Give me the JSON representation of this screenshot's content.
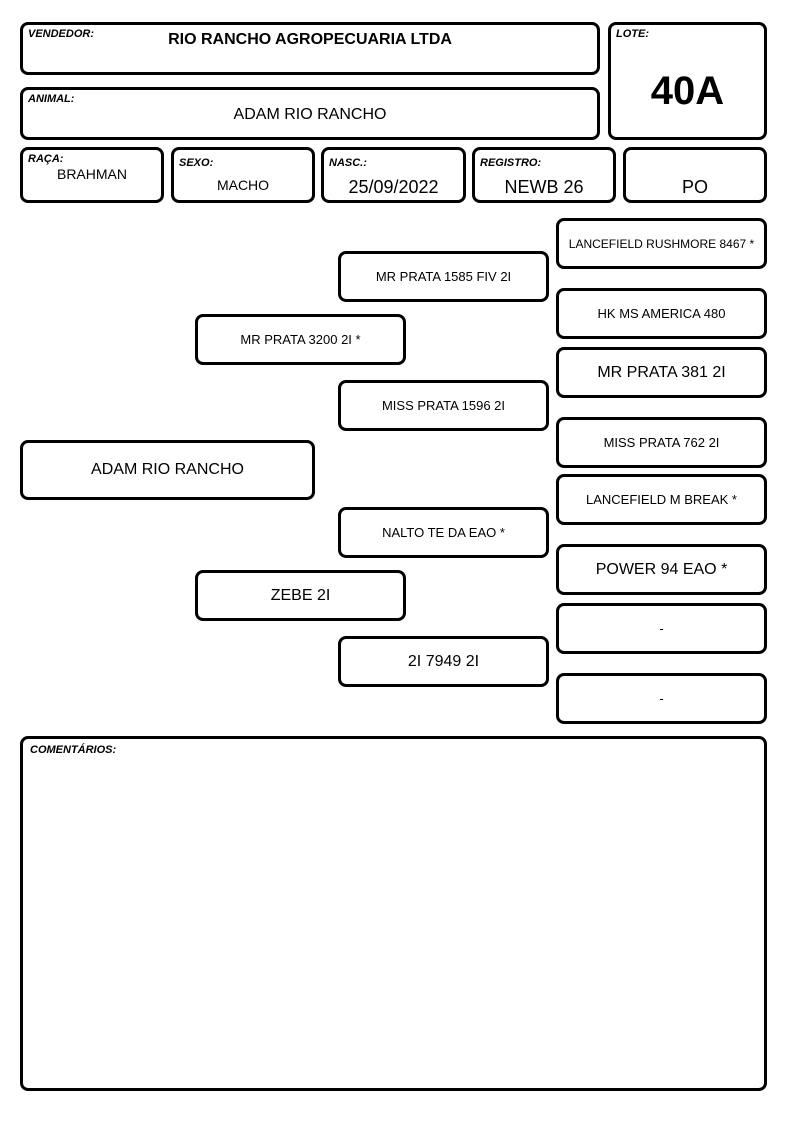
{
  "header": {
    "vendedor_label": "VENDEDOR:",
    "vendedor": "RIO RANCHO AGROPECUARIA LTDA",
    "lote_label": "LOTE:",
    "lote": "40A",
    "animal_label": "ANIMAL:",
    "animal": "ADAM RIO RANCHO",
    "raca_label": "RAÇA:",
    "raca": "BRAHMAN",
    "sexo_label": "SEXO:",
    "sexo": "MACHO",
    "nasc_label": "NASC.:",
    "nasc": "25/09/2022",
    "registro_label": "REGISTRO:",
    "registro": "NEWB 26",
    "tipo": "PO"
  },
  "pedigree": {
    "animal": "ADAM RIO RANCHO",
    "sire": "MR PRATA 3200 2I *",
    "dam": "ZEBE 2I",
    "sire_sire": "MR PRATA 1585 FIV 2I",
    "sire_dam": "MISS PRATA 1596 2I",
    "dam_sire": "NALTO TE DA EAO *",
    "dam_dam": "2I 7949 2I",
    "ggp": [
      "LANCEFIELD RUSHMORE 8467 *",
      "HK MS AMERICA 480",
      "MR PRATA 381 2I",
      "MISS PRATA 762 2I",
      "LANCEFIELD M BREAK *",
      "POWER 94 EAO *",
      "-",
      "-"
    ]
  },
  "comments": {
    "label": "COMENTÁRIOS:",
    "text": ""
  }
}
